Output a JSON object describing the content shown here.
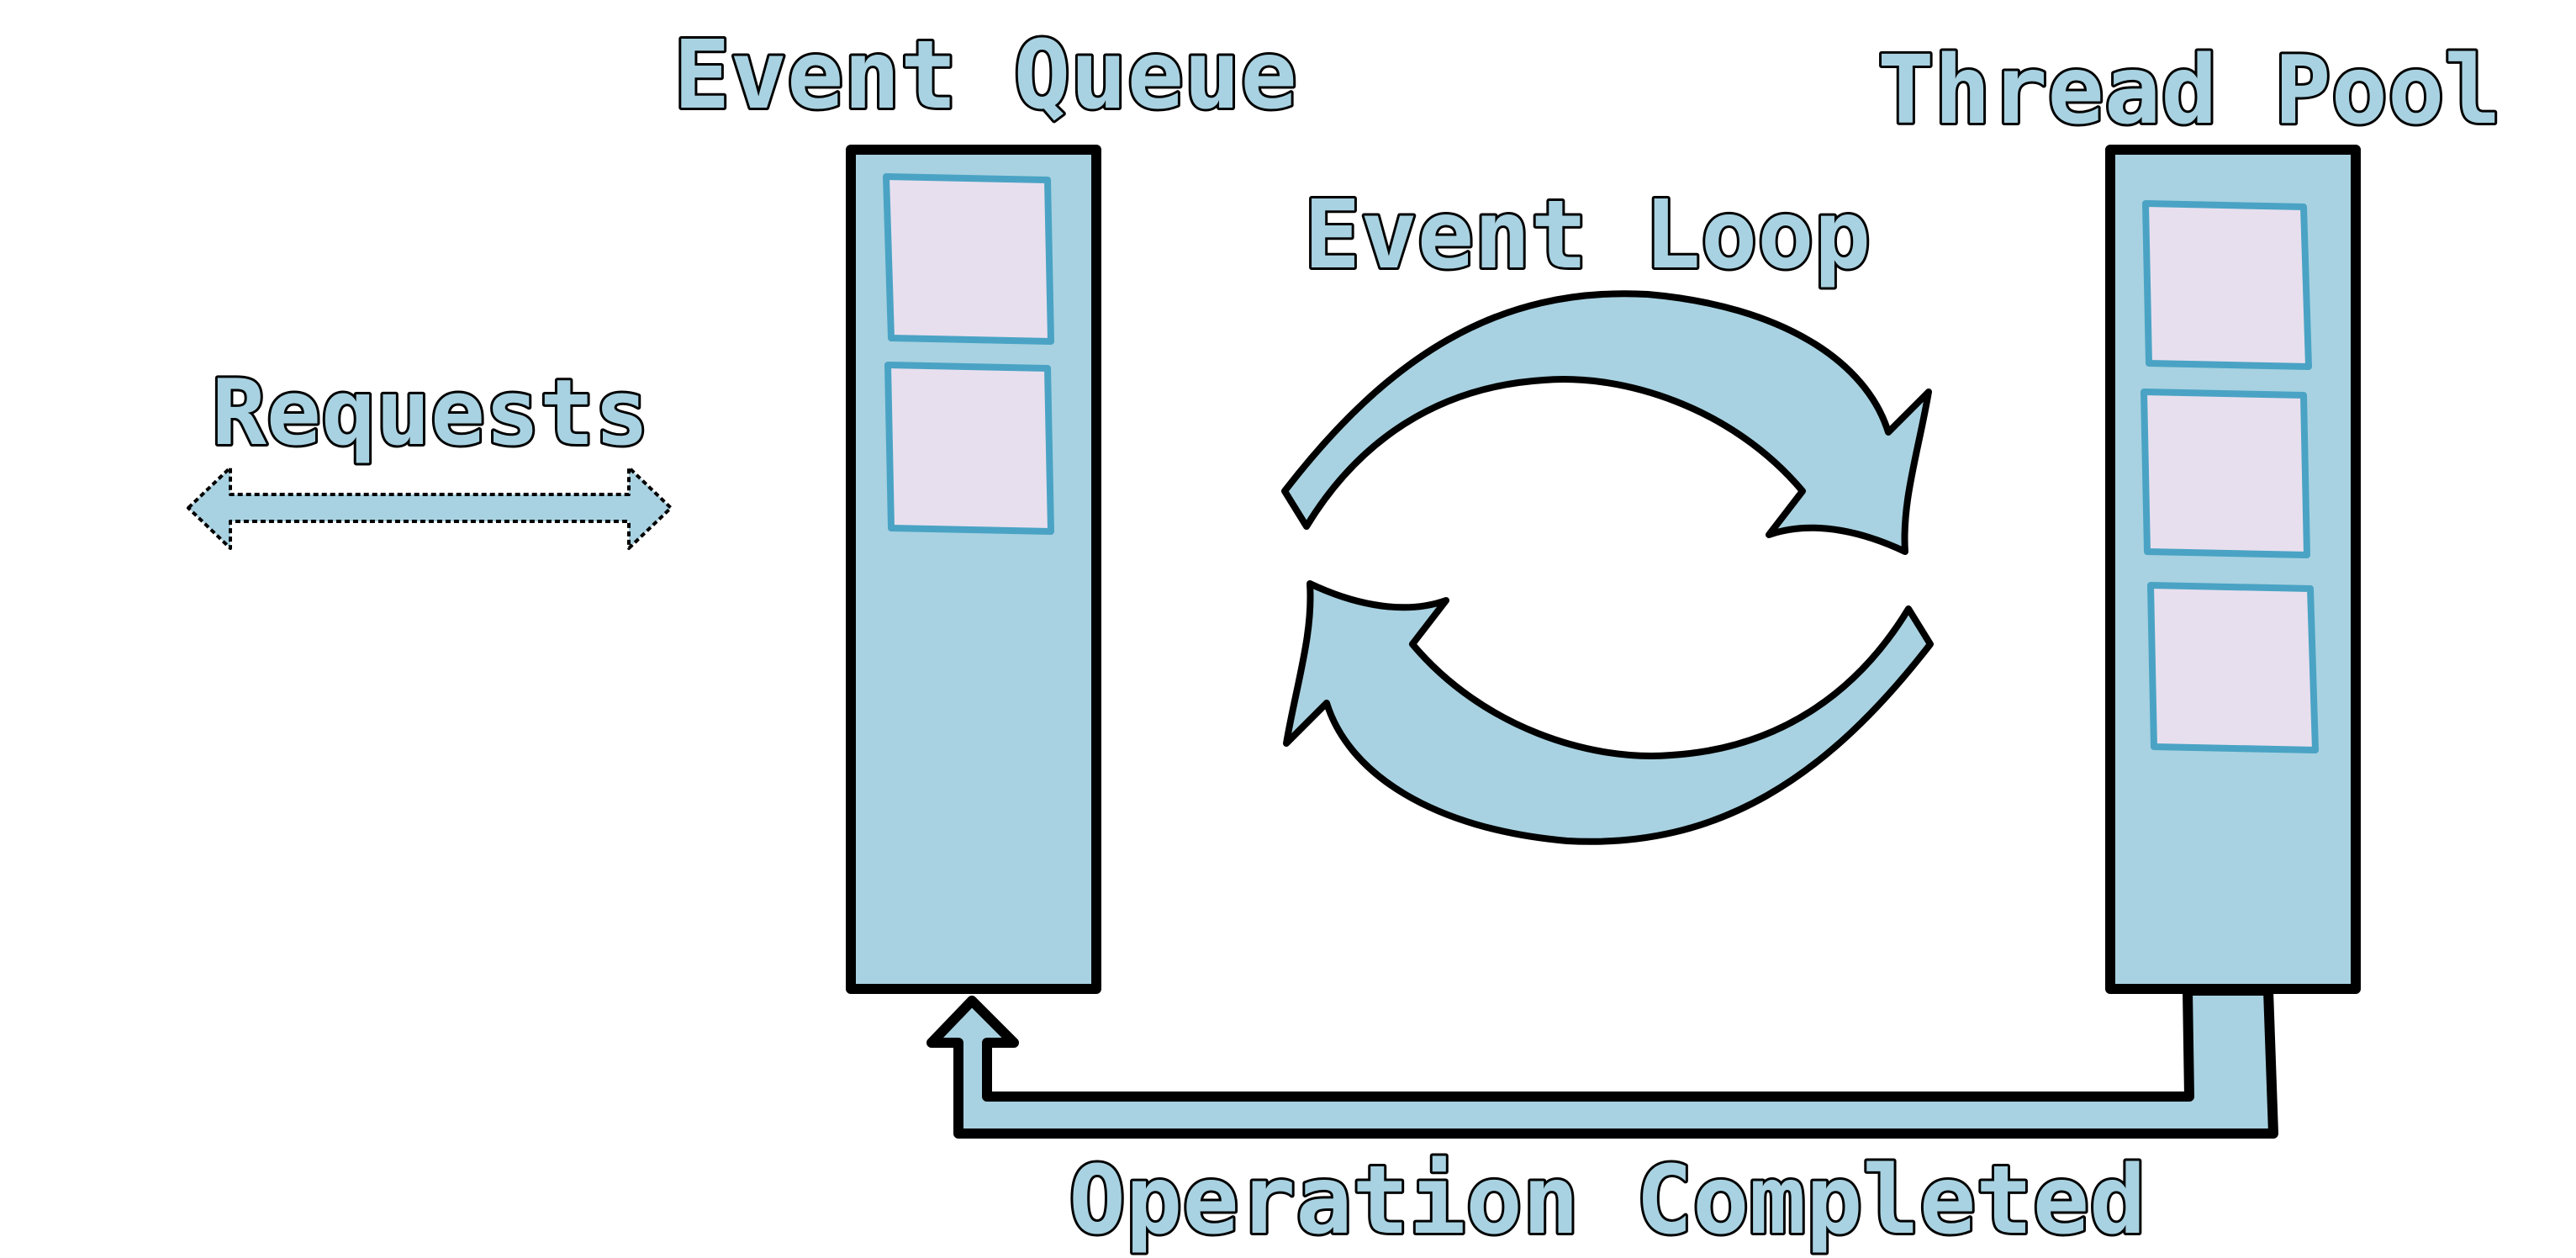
{
  "labels": {
    "event_queue": "Event Queue",
    "thread_pool": "Thread Pool",
    "event_loop": "Event Loop",
    "requests": "Requests",
    "operation_completed": "Operation Completed"
  },
  "colors": {
    "fill_blue": "#a8d2e1",
    "slot_fill": "#e8dfee",
    "slot_border": "#4aa3c4",
    "outline": "#000000",
    "background": "#ffffff"
  },
  "event_queue": {
    "slot_count": 2
  },
  "thread_pool": {
    "slot_count": 3
  }
}
